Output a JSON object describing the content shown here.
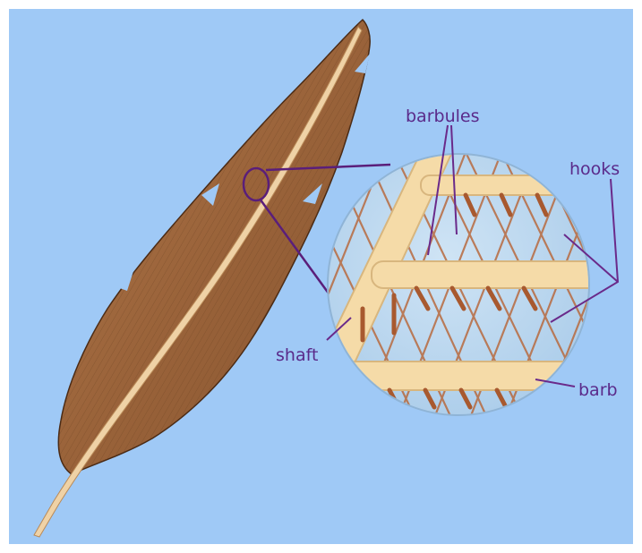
{
  "diagram": {
    "subject": "feather structure",
    "labels": {
      "barbules": "barbules",
      "hooks": "hooks",
      "shaft": "shaft",
      "barb": "barb"
    },
    "colors": {
      "background": "#9fc9f6",
      "feather": "#a0693f",
      "feather_dark": "#6e4322",
      "shaft": "#efd2a6",
      "magnifier_fill": "#b8d6ee",
      "barb_cream": "#f5dba8",
      "barbule_brown": "#b86a3f",
      "label_text": "#5a2a8a",
      "leader_line": "#6a2a8a"
    }
  }
}
